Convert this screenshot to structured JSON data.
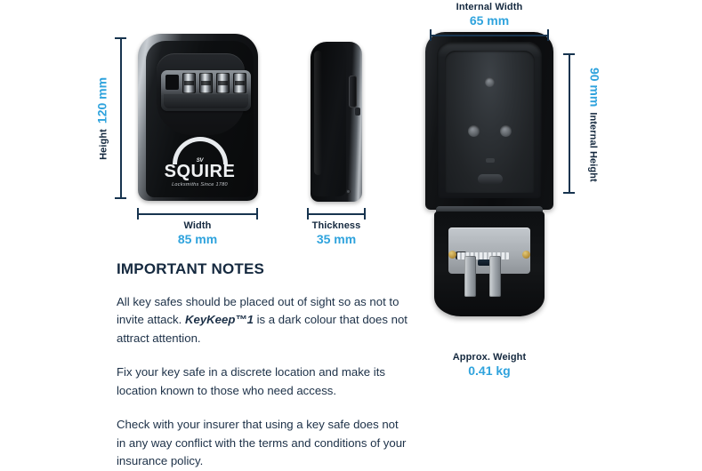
{
  "dimensions": {
    "height": {
      "name": "Height",
      "value": "120 mm"
    },
    "width": {
      "name": "Width",
      "value": "85 mm"
    },
    "thickness": {
      "name": "Thickness",
      "value": "35 mm"
    },
    "internal_width": {
      "name": "Internal Width",
      "value": "65 mm"
    },
    "internal_height": {
      "name": "Internal Height",
      "value": "90 mm"
    },
    "weight": {
      "name": "Approx. Weight",
      "value": "0.41 kg"
    }
  },
  "product": {
    "brand_wordmark": "SQUIRE",
    "brand_badge": "SV",
    "brand_tagline": "Locksmiths Since 1780"
  },
  "notes": {
    "heading": "IMPORTANT NOTES",
    "p1_before": "All key safes should be placed out of sight so as not to invite attack. ",
    "p1_brand": "KeyKeep™1",
    "p1_after": " is a dark colour that does not attract attention.",
    "p2": "Fix your key safe in a discrete location and make its location known to those who need access.",
    "p3": "Check with your insurer that using a key safe does not in any way conflict with the terms and conditions of your insurance policy."
  },
  "colors": {
    "accent_blue": "#2fa3dd",
    "dark_navy": "#15293f",
    "rule_line": "#17344f",
    "background": "#ffffff"
  }
}
